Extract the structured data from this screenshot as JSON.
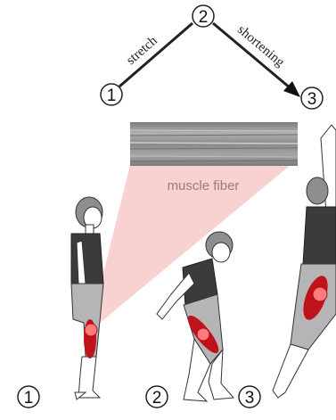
{
  "cycle": {
    "steps": [
      "1",
      "2",
      "3"
    ],
    "stretch_label": "stretch",
    "shortening_label": "shortening"
  },
  "fiber": {
    "label": "muscle fiber"
  },
  "figures": [
    {
      "number": "1"
    },
    {
      "number": "2"
    },
    {
      "number": "3"
    }
  ],
  "colors": {
    "muscle": "#c0121b",
    "muscle_highlight": "#ff6f6f",
    "cone": "#f7c9c9",
    "leg": "#b5b5b5",
    "shirt": "#3b3b3b",
    "skin": "#ffffff",
    "hair": "#8e8e8e",
    "line": "#222222",
    "fiber_label": "#9a7a7a"
  }
}
